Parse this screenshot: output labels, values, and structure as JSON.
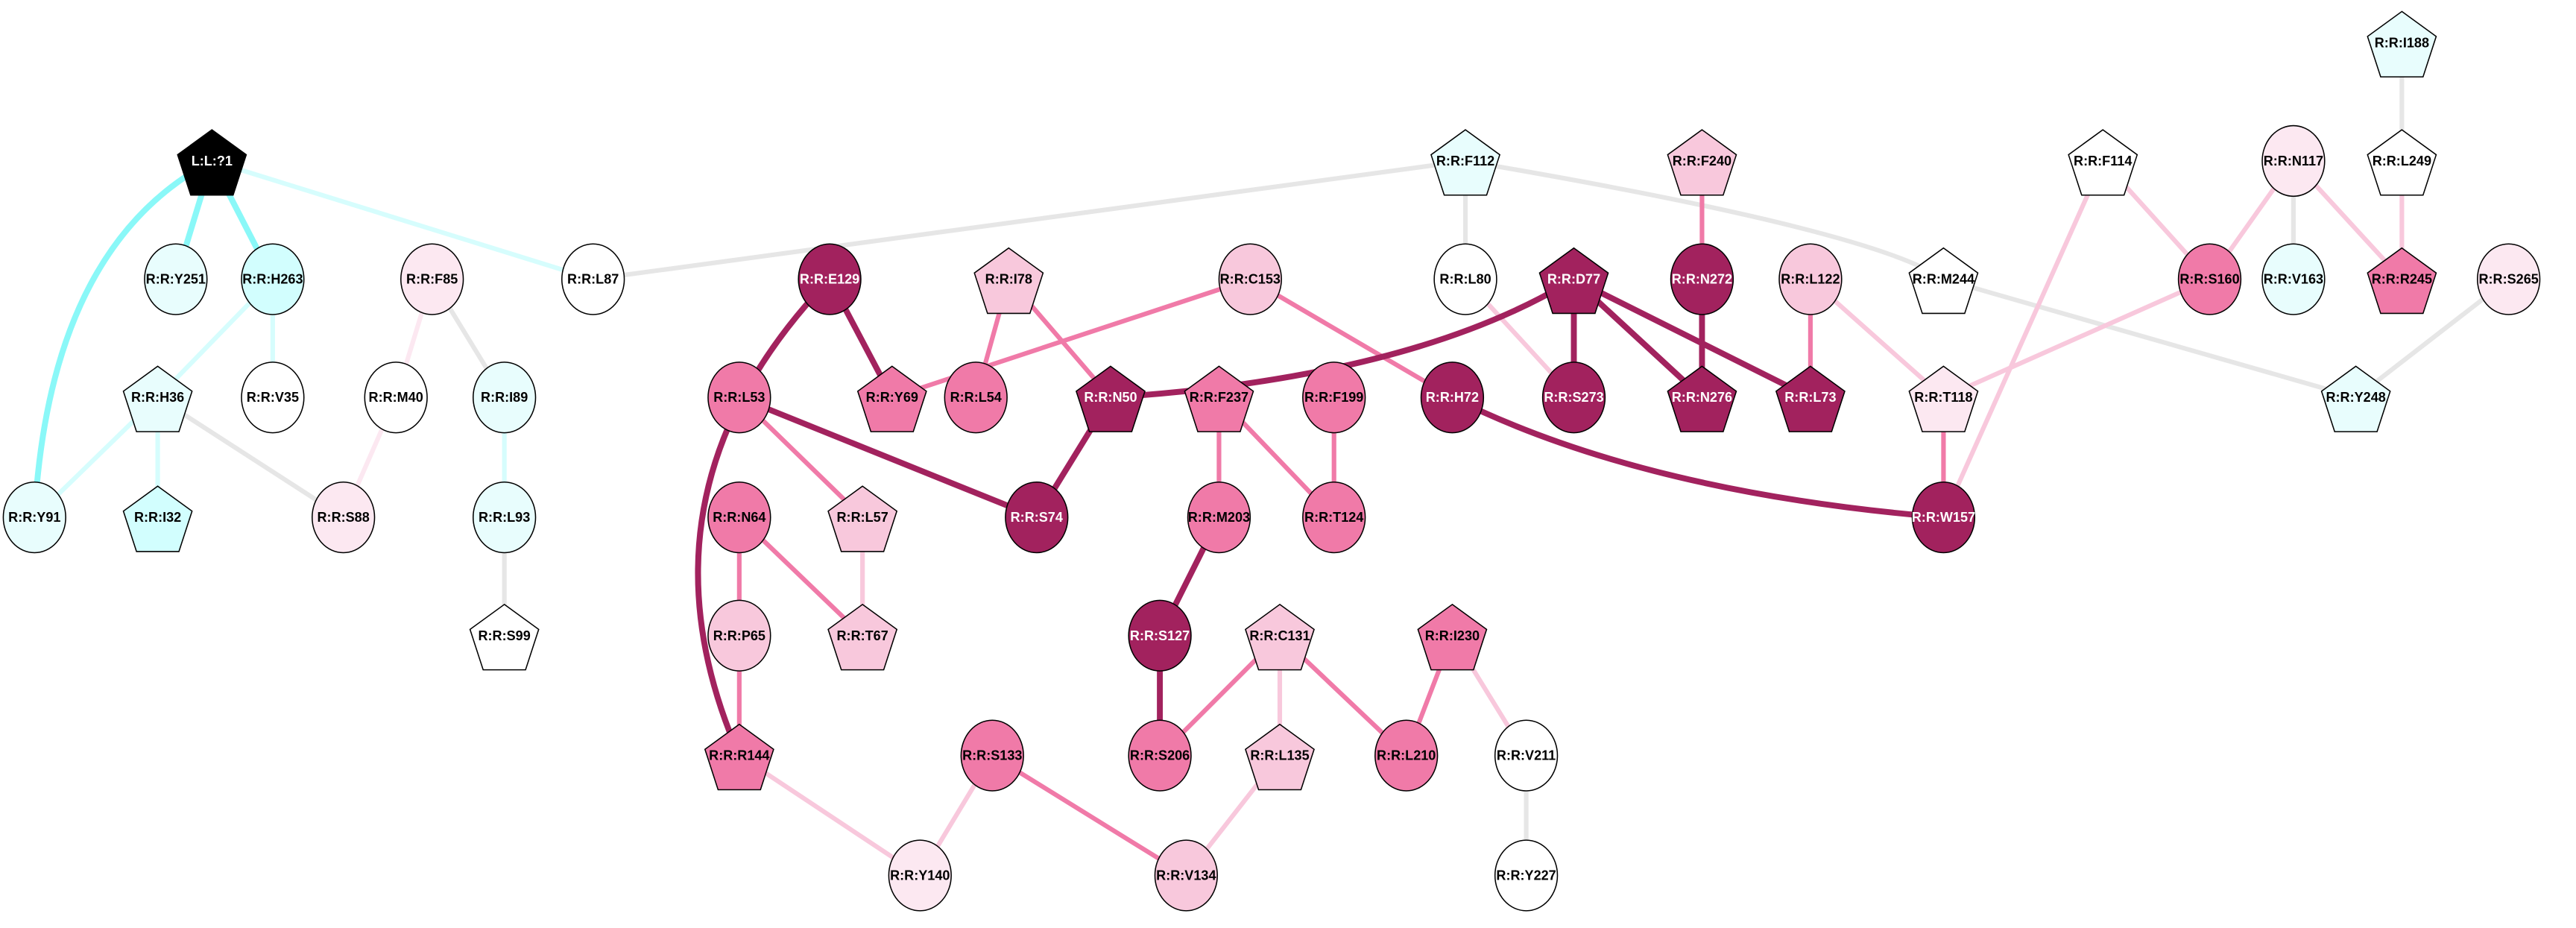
{
  "title": "Residue interaction network",
  "colors": {
    "ligand": "#000000",
    "dark": "#a2225e",
    "mid": "#f07aa8",
    "light": "#f8c8dc",
    "pale": "#fce8f1",
    "cyan_strong": "#d2fefe",
    "cyan_pale": "#e8fdfd",
    "neutral": "#ffffff",
    "edge_gray": "#e6e6e6",
    "edge_cyan": "#8af8f8",
    "edge_cyan_light": "#d6fdfd",
    "stroke": "#000000"
  },
  "nodes": [
    {
      "id": "L1",
      "label": "L:L:?1",
      "shape": "pentagon",
      "fill": "ligand"
    },
    {
      "id": "Y251",
      "label": "R:R:Y251",
      "shape": "circle",
      "fill": "cyan_pale"
    },
    {
      "id": "H263",
      "label": "R:R:H263",
      "shape": "circle",
      "fill": "cyan_strong"
    },
    {
      "id": "F85",
      "label": "R:R:F85",
      "shape": "circle",
      "fill": "pale"
    },
    {
      "id": "L87",
      "label": "R:R:L87",
      "shape": "circle",
      "fill": "neutral"
    },
    {
      "id": "H36",
      "label": "R:R:H36",
      "shape": "pentagon",
      "fill": "cyan_pale"
    },
    {
      "id": "V35",
      "label": "R:R:V35",
      "shape": "circle",
      "fill": "neutral"
    },
    {
      "id": "M40",
      "label": "R:R:M40",
      "shape": "circle",
      "fill": "neutral"
    },
    {
      "id": "I89",
      "label": "R:R:I89",
      "shape": "circle",
      "fill": "cyan_pale"
    },
    {
      "id": "Y91",
      "label": "R:R:Y91",
      "shape": "circle",
      "fill": "cyan_pale"
    },
    {
      "id": "I32",
      "label": "R:R:I32",
      "shape": "pentagon",
      "fill": "cyan_strong"
    },
    {
      "id": "S88",
      "label": "R:R:S88",
      "shape": "circle",
      "fill": "pale"
    },
    {
      "id": "L93",
      "label": "R:R:L93",
      "shape": "circle",
      "fill": "cyan_pale"
    },
    {
      "id": "S99",
      "label": "R:R:S99",
      "shape": "pentagon",
      "fill": "neutral"
    },
    {
      "id": "E129",
      "label": "R:R:E129",
      "shape": "circle",
      "fill": "dark"
    },
    {
      "id": "I78",
      "label": "R:R:I78",
      "shape": "pentagon",
      "fill": "light"
    },
    {
      "id": "C153",
      "label": "R:R:C153",
      "shape": "circle",
      "fill": "light"
    },
    {
      "id": "F112",
      "label": "R:R:F112",
      "shape": "pentagon",
      "fill": "cyan_pale"
    },
    {
      "id": "L80",
      "label": "R:R:L80",
      "shape": "circle",
      "fill": "neutral"
    },
    {
      "id": "D77",
      "label": "R:R:D77",
      "shape": "pentagon",
      "fill": "dark"
    },
    {
      "id": "F240",
      "label": "R:R:F240",
      "shape": "pentagon",
      "fill": "light"
    },
    {
      "id": "N272",
      "label": "R:R:N272",
      "shape": "circle",
      "fill": "dark"
    },
    {
      "id": "L122",
      "label": "R:R:L122",
      "shape": "circle",
      "fill": "light"
    },
    {
      "id": "M244",
      "label": "R:R:M244",
      "shape": "pentagon",
      "fill": "neutral"
    },
    {
      "id": "F114",
      "label": "R:R:F114",
      "shape": "pentagon",
      "fill": "neutral"
    },
    {
      "id": "N117",
      "label": "R:R:N117",
      "shape": "circle",
      "fill": "pale"
    },
    {
      "id": "I188",
      "label": "R:R:I188",
      "shape": "pentagon",
      "fill": "cyan_pale"
    },
    {
      "id": "L249",
      "label": "R:R:L249",
      "shape": "pentagon",
      "fill": "neutral"
    },
    {
      "id": "S160",
      "label": "R:R:S160",
      "shape": "circle",
      "fill": "mid"
    },
    {
      "id": "V163",
      "label": "R:R:V163",
      "shape": "circle",
      "fill": "cyan_pale"
    },
    {
      "id": "R245",
      "label": "R:R:R245",
      "shape": "pentagon",
      "fill": "mid"
    },
    {
      "id": "S265",
      "label": "R:R:S265",
      "shape": "circle",
      "fill": "pale"
    },
    {
      "id": "L53",
      "label": "R:R:L53",
      "shape": "circle",
      "fill": "mid"
    },
    {
      "id": "Y69",
      "label": "R:R:Y69",
      "shape": "pentagon",
      "fill": "mid"
    },
    {
      "id": "L54",
      "label": "R:R:L54",
      "shape": "circle",
      "fill": "mid"
    },
    {
      "id": "N50",
      "label": "R:R:N50",
      "shape": "pentagon",
      "fill": "dark"
    },
    {
      "id": "F237",
      "label": "R:R:F237",
      "shape": "pentagon",
      "fill": "mid"
    },
    {
      "id": "F199",
      "label": "R:R:F199",
      "shape": "circle",
      "fill": "mid"
    },
    {
      "id": "H72",
      "label": "R:R:H72",
      "shape": "circle",
      "fill": "dark"
    },
    {
      "id": "S273",
      "label": "R:R:S273",
      "shape": "circle",
      "fill": "dark"
    },
    {
      "id": "N276",
      "label": "R:R:N276",
      "shape": "pentagon",
      "fill": "dark"
    },
    {
      "id": "L73",
      "label": "R:R:L73",
      "shape": "pentagon",
      "fill": "dark"
    },
    {
      "id": "T118",
      "label": "R:R:T118",
      "shape": "pentagon",
      "fill": "pale"
    },
    {
      "id": "Y248",
      "label": "R:R:Y248",
      "shape": "pentagon",
      "fill": "cyan_pale"
    },
    {
      "id": "N64",
      "label": "R:R:N64",
      "shape": "circle",
      "fill": "mid"
    },
    {
      "id": "L57",
      "label": "R:R:L57",
      "shape": "pentagon",
      "fill": "light"
    },
    {
      "id": "S74",
      "label": "R:R:S74",
      "shape": "circle",
      "fill": "dark"
    },
    {
      "id": "M203",
      "label": "R:R:M203",
      "shape": "circle",
      "fill": "mid"
    },
    {
      "id": "T124",
      "label": "R:R:T124",
      "shape": "circle",
      "fill": "mid"
    },
    {
      "id": "W157",
      "label": "R:R:W157",
      "shape": "circle",
      "fill": "dark"
    },
    {
      "id": "P65",
      "label": "R:R:P65",
      "shape": "circle",
      "fill": "light"
    },
    {
      "id": "T67",
      "label": "R:R:T67",
      "shape": "pentagon",
      "fill": "light"
    },
    {
      "id": "S127",
      "label": "R:R:S127",
      "shape": "circle",
      "fill": "dark"
    },
    {
      "id": "C131",
      "label": "R:R:C131",
      "shape": "pentagon",
      "fill": "light"
    },
    {
      "id": "I230",
      "label": "R:R:I230",
      "shape": "pentagon",
      "fill": "mid"
    },
    {
      "id": "R144",
      "label": "R:R:R144",
      "shape": "pentagon",
      "fill": "mid"
    },
    {
      "id": "S133",
      "label": "R:R:S133",
      "shape": "circle",
      "fill": "mid"
    },
    {
      "id": "S206",
      "label": "R:R:S206",
      "shape": "circle",
      "fill": "mid"
    },
    {
      "id": "L135",
      "label": "R:R:L135",
      "shape": "pentagon",
      "fill": "light"
    },
    {
      "id": "L210",
      "label": "R:R:L210",
      "shape": "circle",
      "fill": "mid"
    },
    {
      "id": "V211",
      "label": "R:R:V211",
      "shape": "circle",
      "fill": "neutral"
    },
    {
      "id": "Y140",
      "label": "R:R:Y140",
      "shape": "circle",
      "fill": "pale"
    },
    {
      "id": "V134",
      "label": "R:R:V134",
      "shape": "circle",
      "fill": "light"
    },
    {
      "id": "Y227",
      "label": "R:R:Y227",
      "shape": "circle",
      "fill": "neutral"
    }
  ],
  "edges": [
    {
      "s": "L1",
      "t": "Y91",
      "color": "edge_cyan",
      "strength": "strong"
    },
    {
      "s": "L1",
      "t": "Y251",
      "color": "edge_cyan",
      "strength": "strong"
    },
    {
      "s": "L1",
      "t": "H263",
      "color": "edge_cyan",
      "strength": "strong"
    },
    {
      "s": "L1",
      "t": "L87",
      "color": "edge_cyan_light",
      "strength": "medium"
    },
    {
      "s": "H263",
      "t": "H36",
      "color": "edge_cyan_light",
      "strength": "medium"
    },
    {
      "s": "H263",
      "t": "V35",
      "color": "edge_cyan_light",
      "strength": "medium"
    },
    {
      "s": "H36",
      "t": "Y91",
      "color": "edge_cyan_light",
      "strength": "medium"
    },
    {
      "s": "H36",
      "t": "I32",
      "color": "edge_cyan_light",
      "strength": "medium"
    },
    {
      "s": "H36",
      "t": "S88",
      "color": "edge_gray",
      "strength": "medium"
    },
    {
      "s": "F85",
      "t": "M40",
      "color": "pale",
      "strength": "medium"
    },
    {
      "s": "F85",
      "t": "I89",
      "color": "edge_gray",
      "strength": "medium"
    },
    {
      "s": "M40",
      "t": "S88",
      "color": "pale",
      "strength": "medium"
    },
    {
      "s": "I89",
      "t": "L93",
      "color": "edge_cyan_light",
      "strength": "medium"
    },
    {
      "s": "L93",
      "t": "S99",
      "color": "edge_gray",
      "strength": "medium"
    },
    {
      "s": "L87",
      "t": "F112",
      "color": "edge_gray",
      "strength": "medium"
    },
    {
      "s": "F112",
      "t": "L80",
      "color": "edge_gray",
      "strength": "medium"
    },
    {
      "s": "F112",
      "t": "M244",
      "color": "edge_gray",
      "strength": "medium"
    },
    {
      "s": "M244",
      "t": "Y248",
      "color": "edge_gray",
      "strength": "medium"
    },
    {
      "s": "E129",
      "t": "Y69",
      "color": "dark",
      "strength": "strong"
    },
    {
      "s": "E129",
      "t": "R144",
      "color": "dark",
      "strength": "strong"
    },
    {
      "s": "I78",
      "t": "L54",
      "color": "mid",
      "strength": "medium"
    },
    {
      "s": "I78",
      "t": "N50",
      "color": "mid",
      "strength": "medium"
    },
    {
      "s": "C153",
      "t": "Y69",
      "color": "mid",
      "strength": "medium"
    },
    {
      "s": "C153",
      "t": "H72",
      "color": "mid",
      "strength": "medium"
    },
    {
      "s": "L80",
      "t": "S273",
      "color": "light",
      "strength": "medium"
    },
    {
      "s": "D77",
      "t": "N50",
      "color": "dark",
      "strength": "strong"
    },
    {
      "s": "D77",
      "t": "S273",
      "color": "dark",
      "strength": "strong"
    },
    {
      "s": "D77",
      "t": "N276",
      "color": "dark",
      "strength": "strong"
    },
    {
      "s": "D77",
      "t": "L73",
      "color": "dark",
      "strength": "strong"
    },
    {
      "s": "F240",
      "t": "N272",
      "color": "mid",
      "strength": "medium"
    },
    {
      "s": "N272",
      "t": "N276",
      "color": "dark",
      "strength": "strong"
    },
    {
      "s": "L122",
      "t": "L73",
      "color": "mid",
      "strength": "medium"
    },
    {
      "s": "L122",
      "t": "T118",
      "color": "light",
      "strength": "medium"
    },
    {
      "s": "F114",
      "t": "S160",
      "color": "light",
      "strength": "medium"
    },
    {
      "s": "F114",
      "t": "W157",
      "color": "light",
      "strength": "medium"
    },
    {
      "s": "N117",
      "t": "S160",
      "color": "light",
      "strength": "medium"
    },
    {
      "s": "N117",
      "t": "V163",
      "color": "edge_gray",
      "strength": "medium"
    },
    {
      "s": "N117",
      "t": "R245",
      "color": "light",
      "strength": "medium"
    },
    {
      "s": "I188",
      "t": "L249",
      "color": "edge_gray",
      "strength": "medium"
    },
    {
      "s": "L249",
      "t": "R245",
      "color": "light",
      "strength": "medium"
    },
    {
      "s": "S265",
      "t": "Y248",
      "color": "edge_gray",
      "strength": "medium"
    },
    {
      "s": "S160",
      "t": "T118",
      "color": "light",
      "strength": "medium"
    },
    {
      "s": "T118",
      "t": "W157",
      "color": "mid",
      "strength": "medium"
    },
    {
      "s": "H72",
      "t": "W157",
      "color": "dark",
      "strength": "strong"
    },
    {
      "s": "L53",
      "t": "S74",
      "color": "dark",
      "strength": "strong"
    },
    {
      "s": "L53",
      "t": "L57",
      "color": "mid",
      "strength": "medium"
    },
    {
      "s": "N50",
      "t": "S74",
      "color": "dark",
      "strength": "strong"
    },
    {
      "s": "F237",
      "t": "M203",
      "color": "mid",
      "strength": "medium"
    },
    {
      "s": "F237",
      "t": "T124",
      "color": "mid",
      "strength": "medium"
    },
    {
      "s": "F199",
      "t": "T124",
      "color": "mid",
      "strength": "medium"
    },
    {
      "s": "N64",
      "t": "P65",
      "color": "mid",
      "strength": "medium"
    },
    {
      "s": "N64",
      "t": "T67",
      "color": "mid",
      "strength": "medium"
    },
    {
      "s": "L57",
      "t": "T67",
      "color": "light",
      "strength": "medium"
    },
    {
      "s": "M203",
      "t": "S127",
      "color": "dark",
      "strength": "strong"
    },
    {
      "s": "S127",
      "t": "S206",
      "color": "dark",
      "strength": "strong"
    },
    {
      "s": "C131",
      "t": "S206",
      "color": "mid",
      "strength": "medium"
    },
    {
      "s": "C131",
      "t": "L135",
      "color": "light",
      "strength": "medium"
    },
    {
      "s": "C131",
      "t": "L210",
      "color": "mid",
      "strength": "medium"
    },
    {
      "s": "I230",
      "t": "L210",
      "color": "mid",
      "strength": "medium"
    },
    {
      "s": "I230",
      "t": "V211",
      "color": "light",
      "strength": "medium"
    },
    {
      "s": "V211",
      "t": "Y227",
      "color": "edge_gray",
      "strength": "medium"
    },
    {
      "s": "P65",
      "t": "R144",
      "color": "mid",
      "strength": "medium"
    },
    {
      "s": "R144",
      "t": "Y140",
      "color": "light",
      "strength": "medium"
    },
    {
      "s": "S133",
      "t": "Y140",
      "color": "light",
      "strength": "medium"
    },
    {
      "s": "S133",
      "t": "V134",
      "color": "mid",
      "strength": "medium"
    },
    {
      "s": "L135",
      "t": "V134",
      "color": "light",
      "strength": "medium"
    }
  ]
}
